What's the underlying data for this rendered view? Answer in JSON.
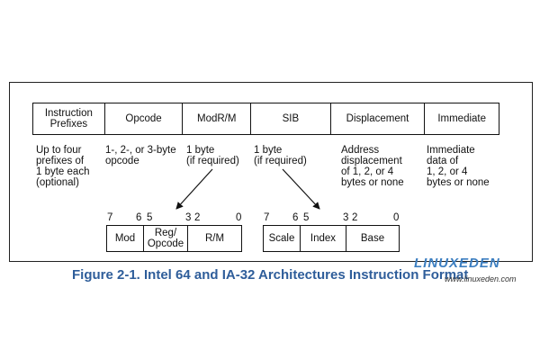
{
  "main_fields": [
    {
      "label": "Instruction\nPrefixes"
    },
    {
      "label": "Opcode"
    },
    {
      "label": "ModR/M"
    },
    {
      "label": "SIB"
    },
    {
      "label": "Displacement"
    },
    {
      "label": "Immediate"
    }
  ],
  "descriptions": {
    "prefixes": "Up to four\nprefixes of\n1 byte each\n(optional)",
    "opcode": "1-, 2-, or 3-byte\nopcode",
    "modrm": "1 byte\n(if required)",
    "sib": "1 byte\n(if required)",
    "displacement": "Address\ndisplacement\nof 1, 2, or 4\nbytes or none",
    "immediate": "Immediate\ndata of\n1, 2, or 4\nbytes or none"
  },
  "modrm_bits": {
    "b7": "7",
    "b6": "6",
    "b5": "5",
    "b3": "3",
    "b2": "2",
    "b0": "0"
  },
  "modrm_fields": [
    {
      "label": "Mod"
    },
    {
      "label": "Reg/\nOpcode"
    },
    {
      "label": "R/M"
    }
  ],
  "sib_bits": {
    "b7": "7",
    "b6": "6",
    "b5": "5",
    "b3": "3",
    "b2": "2",
    "b0": "0"
  },
  "sib_fields": [
    {
      "label": "Scale"
    },
    {
      "label": "Index"
    },
    {
      "label": "Base"
    }
  ],
  "caption": "Figure 2-1.  Intel 64 and IA-32 Architectures Instruction Format",
  "watermark": {
    "title": "LINUXEDEN",
    "url": "www.linuxeden.com"
  },
  "colors": {
    "caption": "#2e5d9a",
    "watermark": "#3d7fc1",
    "line": "#111111"
  }
}
